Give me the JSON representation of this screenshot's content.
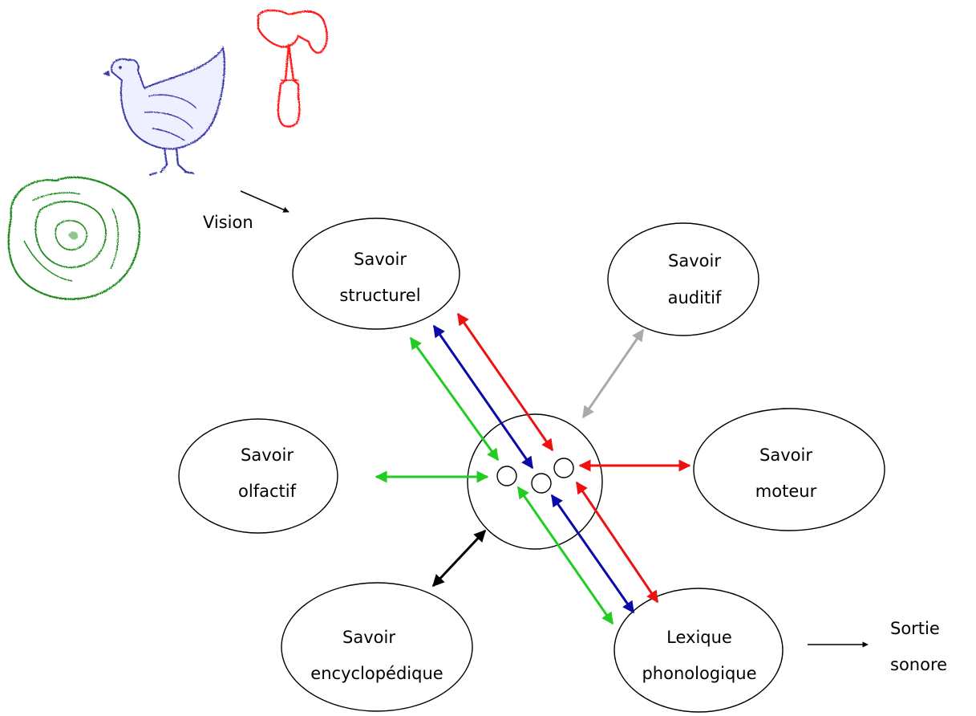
{
  "nodes": {
    "structurel": {
      "line1": "Savoir",
      "line2": "structurel"
    },
    "auditif": {
      "line1": "Savoir",
      "line2": "auditif"
    },
    "olfactif": {
      "line1": "Savoir",
      "line2": "olfactif"
    },
    "moteur": {
      "line1": "Savoir",
      "line2": "moteur"
    },
    "encyclopedique": {
      "line1": "Savoir",
      "line2": "encyclopédique"
    },
    "lexique": {
      "line1": "Lexique",
      "line2": "phonologique"
    }
  },
  "input_label": "Vision",
  "output_label": {
    "line1": "Sortie",
    "line2": "sonore"
  },
  "pictures": [
    "rose-drawing",
    "chicken-drawing",
    "hammer-drawing"
  ],
  "colors": {
    "green": "#22cc22",
    "blue": "#0a0aa8",
    "red": "#ee1111",
    "gray": "#aaaaaa",
    "black": "#000000",
    "rose": "#1f8a1f",
    "chicken": "#3a3aa8",
    "hammer": "#ff1a1a"
  }
}
